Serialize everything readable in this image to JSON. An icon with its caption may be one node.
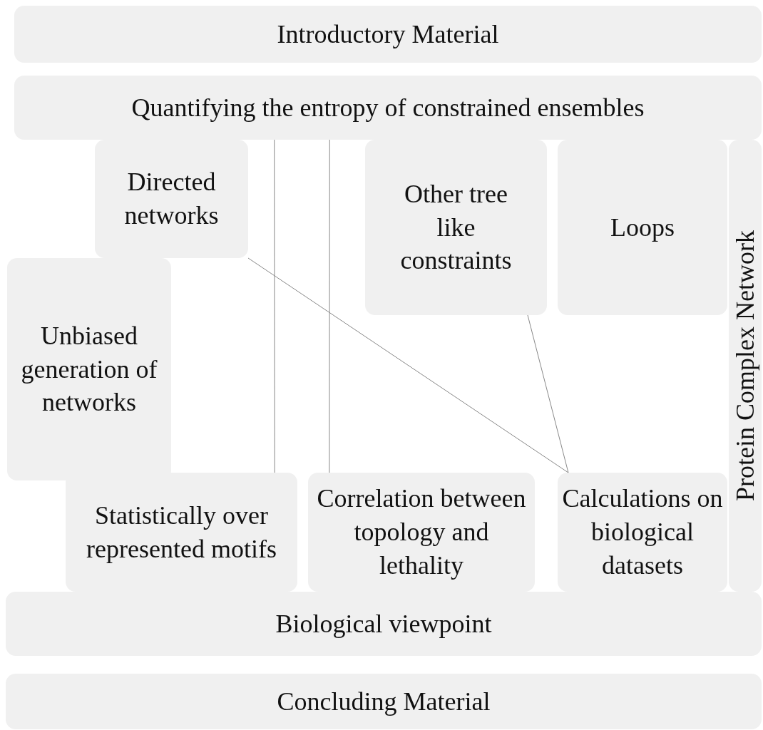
{
  "diagram": {
    "nodes": [
      {
        "text": [
          "Introductory Material"
        ]
      },
      {
        "text": [
          "Quantifying the entropy of constrained ensembles"
        ]
      },
      {
        "text": [
          "Directed networks"
        ]
      },
      {
        "text": [
          "Other tree like constraints"
        ]
      },
      {
        "text": [
          "Loops"
        ]
      },
      {
        "text": [
          "Protein Complex Network"
        ]
      },
      {
        "text": [
          "Unbiased generation of networks"
        ]
      },
      {
        "text": [
          "Statistically over represented motifs"
        ]
      },
      {
        "text": [
          "Correlation between topology and lethality"
        ]
      },
      {
        "text": [
          "Calculations on biological datasets"
        ]
      },
      {
        "text": [
          "Biological viewpoint"
        ]
      },
      {
        "text": [
          "Concluding Material"
        ]
      }
    ],
    "edges": [
      {
        "from": 1,
        "to": 7,
        "arrow": "none"
      },
      {
        "from": 1,
        "to": 8,
        "arrow": "none"
      },
      {
        "from": 2,
        "to": 9,
        "arrow": "none"
      },
      {
        "from": 3,
        "to": 9,
        "arrow": "none"
      }
    ]
  }
}
